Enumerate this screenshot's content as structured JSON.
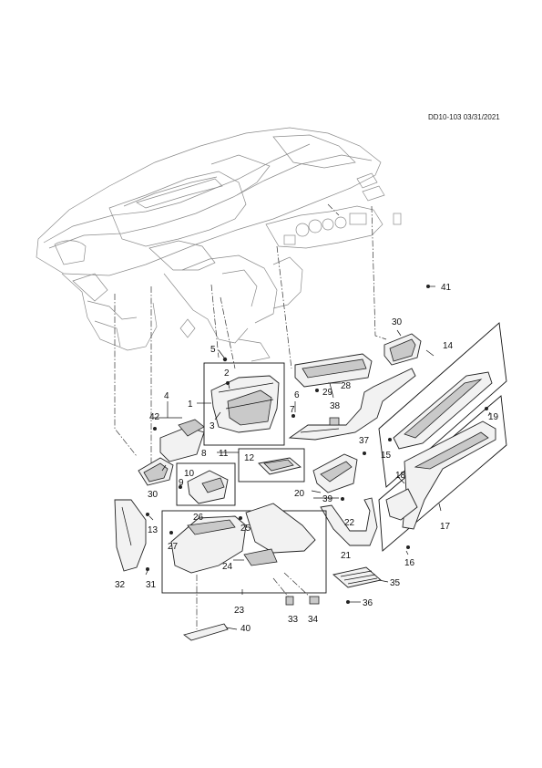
{
  "header": {
    "diagram_code": "DD10-103 03/31/2021"
  },
  "callouts": [
    {
      "id": "c1",
      "text": "1"
    },
    {
      "id": "c2",
      "text": "2"
    },
    {
      "id": "c3",
      "text": "3"
    },
    {
      "id": "c4",
      "text": "4"
    },
    {
      "id": "c5",
      "text": "5"
    },
    {
      "id": "c6",
      "text": "6"
    },
    {
      "id": "c7",
      "text": "7"
    },
    {
      "id": "c8",
      "text": "8"
    },
    {
      "id": "c9",
      "text": "9"
    },
    {
      "id": "c10",
      "text": "10"
    },
    {
      "id": "c11",
      "text": "11"
    },
    {
      "id": "c12",
      "text": "12"
    },
    {
      "id": "c13",
      "text": "13"
    },
    {
      "id": "c14",
      "text": "14"
    },
    {
      "id": "c15",
      "text": "15"
    },
    {
      "id": "c16",
      "text": "16"
    },
    {
      "id": "c17",
      "text": "17"
    },
    {
      "id": "c18",
      "text": "18"
    },
    {
      "id": "c19",
      "text": "19"
    },
    {
      "id": "c20",
      "text": "20"
    },
    {
      "id": "c21",
      "text": "21"
    },
    {
      "id": "c22",
      "text": "22"
    },
    {
      "id": "c23",
      "text": "23"
    },
    {
      "id": "c24",
      "text": "24"
    },
    {
      "id": "c25",
      "text": "25"
    },
    {
      "id": "c26",
      "text": "26"
    },
    {
      "id": "c27",
      "text": "27"
    },
    {
      "id": "c28",
      "text": "28"
    },
    {
      "id": "c29",
      "text": "29"
    },
    {
      "id": "c30a",
      "text": "30"
    },
    {
      "id": "c30b",
      "text": "30"
    },
    {
      "id": "c31",
      "text": "31"
    },
    {
      "id": "c32",
      "text": "32"
    },
    {
      "id": "c33",
      "text": "33"
    },
    {
      "id": "c34",
      "text": "34"
    },
    {
      "id": "c35",
      "text": "35"
    },
    {
      "id": "c36",
      "text": "36"
    },
    {
      "id": "c37",
      "text": "37"
    },
    {
      "id": "c38",
      "text": "38"
    },
    {
      "id": "c39",
      "text": "39"
    },
    {
      "id": "c40",
      "text": "40"
    },
    {
      "id": "c41",
      "text": "41"
    },
    {
      "id": "c42",
      "text": "42"
    }
  ]
}
